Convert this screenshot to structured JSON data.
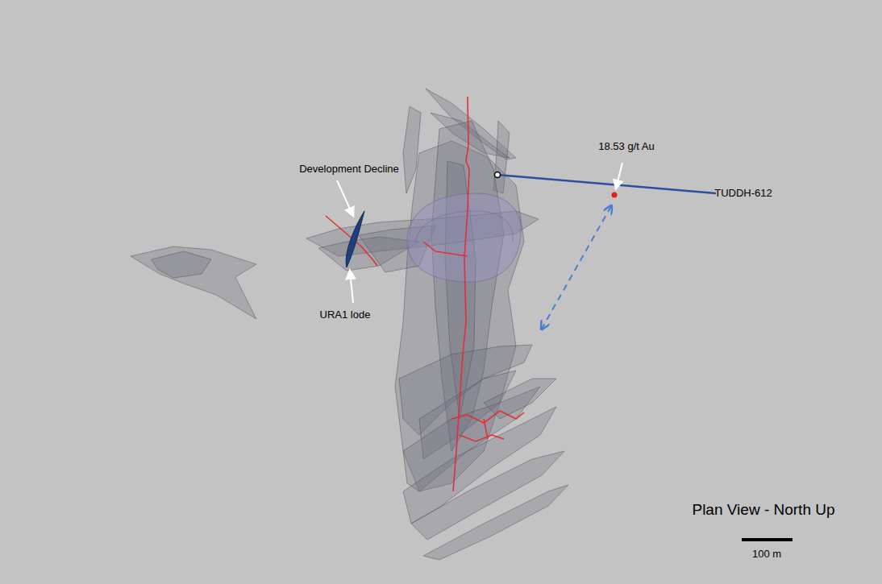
{
  "diagram": {
    "labels": [
      "18.53 g/t Au",
      "Development Decline",
      "TUDDH-612",
      "URA1 lode",
      "Plan View - North Up",
      "100 m"
    ]
  }
}
